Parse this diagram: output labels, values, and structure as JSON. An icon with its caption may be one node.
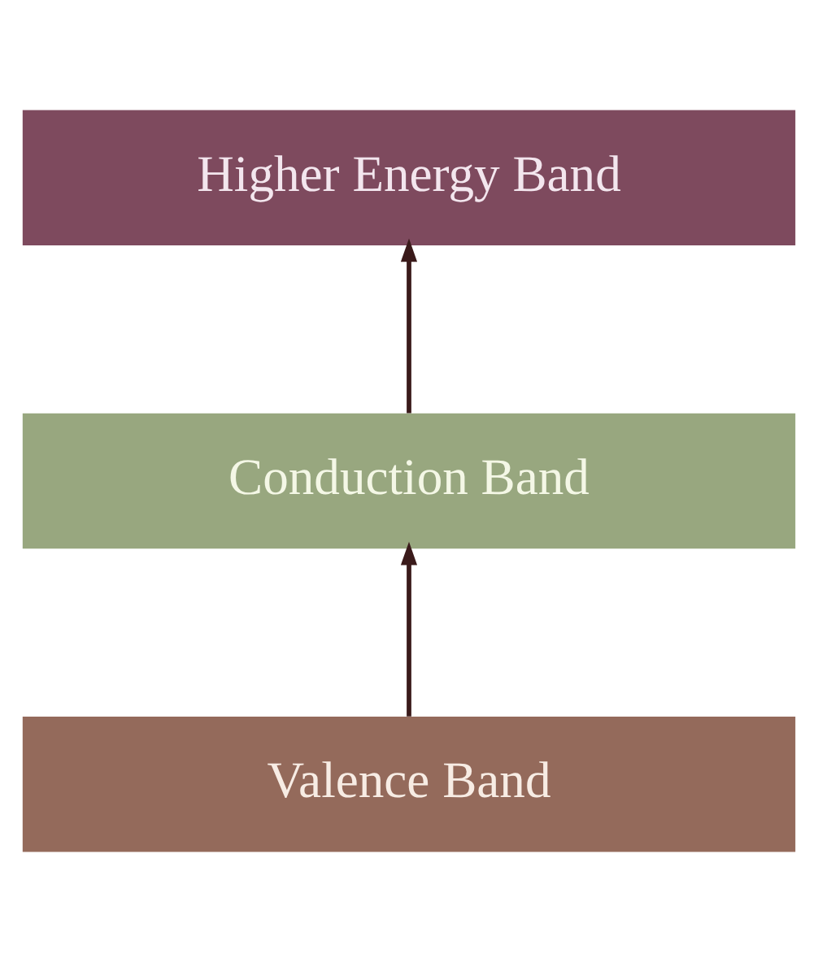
{
  "diagram": {
    "nodes": [
      {
        "text": [
          "Higher Energy Band"
        ]
      },
      {
        "text": [
          "Conduction Band"
        ]
      },
      {
        "text": [
          "Valence Band"
        ]
      }
    ],
    "edges": [
      {
        "from": 2,
        "to": 1,
        "arrow": "to"
      },
      {
        "from": 1,
        "to": 0,
        "arrow": "to"
      }
    ]
  }
}
